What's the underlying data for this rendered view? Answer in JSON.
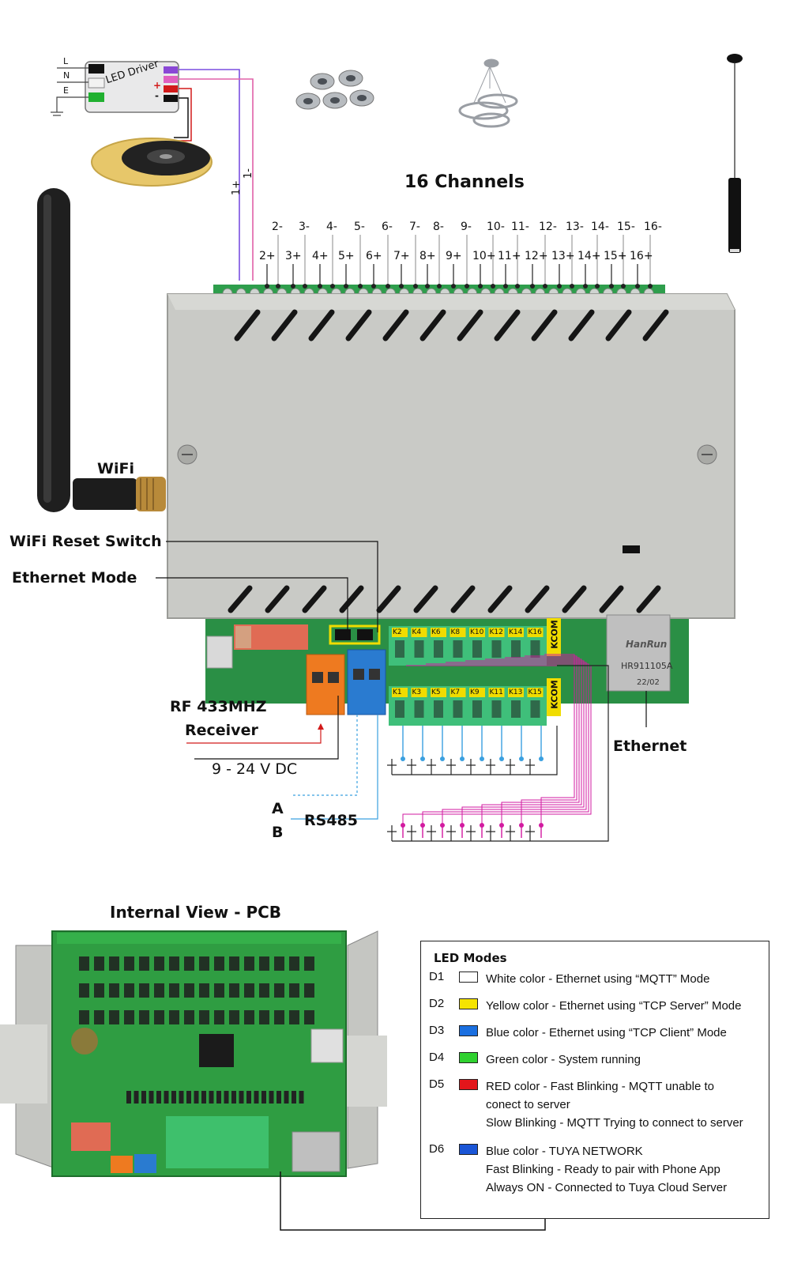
{
  "driver": {
    "label": "LED Driver",
    "l": "L",
    "n": "N",
    "e": "E",
    "plus": "+",
    "minus": "-",
    "wire_plus": "1+",
    "wire_minus": "1-"
  },
  "title": "16 Channels",
  "terminals_minus": [
    "2-",
    "3-",
    "4-",
    "5-",
    "6-",
    "7-",
    "8-",
    "9-",
    "10-",
    "11-",
    "12-",
    "13-",
    "14-",
    "15-",
    "16-"
  ],
  "terminals_plus": [
    "2+",
    "3+",
    "4+",
    "5+",
    "6+",
    "7+",
    "8+",
    "9+",
    "10+",
    "11+",
    "12+",
    "13+",
    "14+",
    "15+",
    "16+"
  ],
  "labels": {
    "wifi": "WiFi",
    "wifi_reset": "WiFi Reset Switch",
    "ethernet_mode": "Ethernet Mode",
    "rf": "RF 433MHZ",
    "rf2": "Receiver",
    "power": "9 - 24 V DC",
    "a": "A",
    "b": "B",
    "rs485": "RS485",
    "ethernet": "Ethernet",
    "internal": "Internal View - PCB"
  },
  "k_top": [
    "K2",
    "K4",
    "K6",
    "K8",
    "K10",
    "K12",
    "K14",
    "K16"
  ],
  "k_bottom": [
    "K1",
    "K3",
    "K5",
    "K7",
    "K9",
    "K11",
    "K13",
    "K15"
  ],
  "kcom": "KCOM",
  "rj45": {
    "brand": "HanRun",
    "model": "HR911105A",
    "date": "22/02"
  },
  "legend": {
    "title": "LED Modes",
    "rows": [
      {
        "code": "D1",
        "color": "#ffffff",
        "lines": [
          "White color - Ethernet using “MQTT” Mode"
        ]
      },
      {
        "code": "D2",
        "color": "#f5e400",
        "lines": [
          "Yellow color - Ethernet  using “TCP Server” Mode"
        ]
      },
      {
        "code": "D3",
        "color": "#1a6fe0",
        "lines": [
          "Blue color  - Ethernet  using “TCP Client” Mode"
        ]
      },
      {
        "code": "D4",
        "color": "#2fd12f",
        "lines": [
          "Green color  - System running"
        ]
      },
      {
        "code": "D5",
        "color": "#e3161b",
        "lines": [
          "RED color  - Fast Blinking - MQTT unable to",
          "conect to server",
          "Slow Blinking - MQTT Trying to connect to server"
        ]
      },
      {
        "code": "D6",
        "color": "#1a55d6",
        "lines": [
          "Blue color -  TUYA NETWORK",
          "Fast Blinking - Ready to pair with Phone App",
          "Always ON - Connected to Tuya Cloud Server"
        ]
      }
    ]
  }
}
